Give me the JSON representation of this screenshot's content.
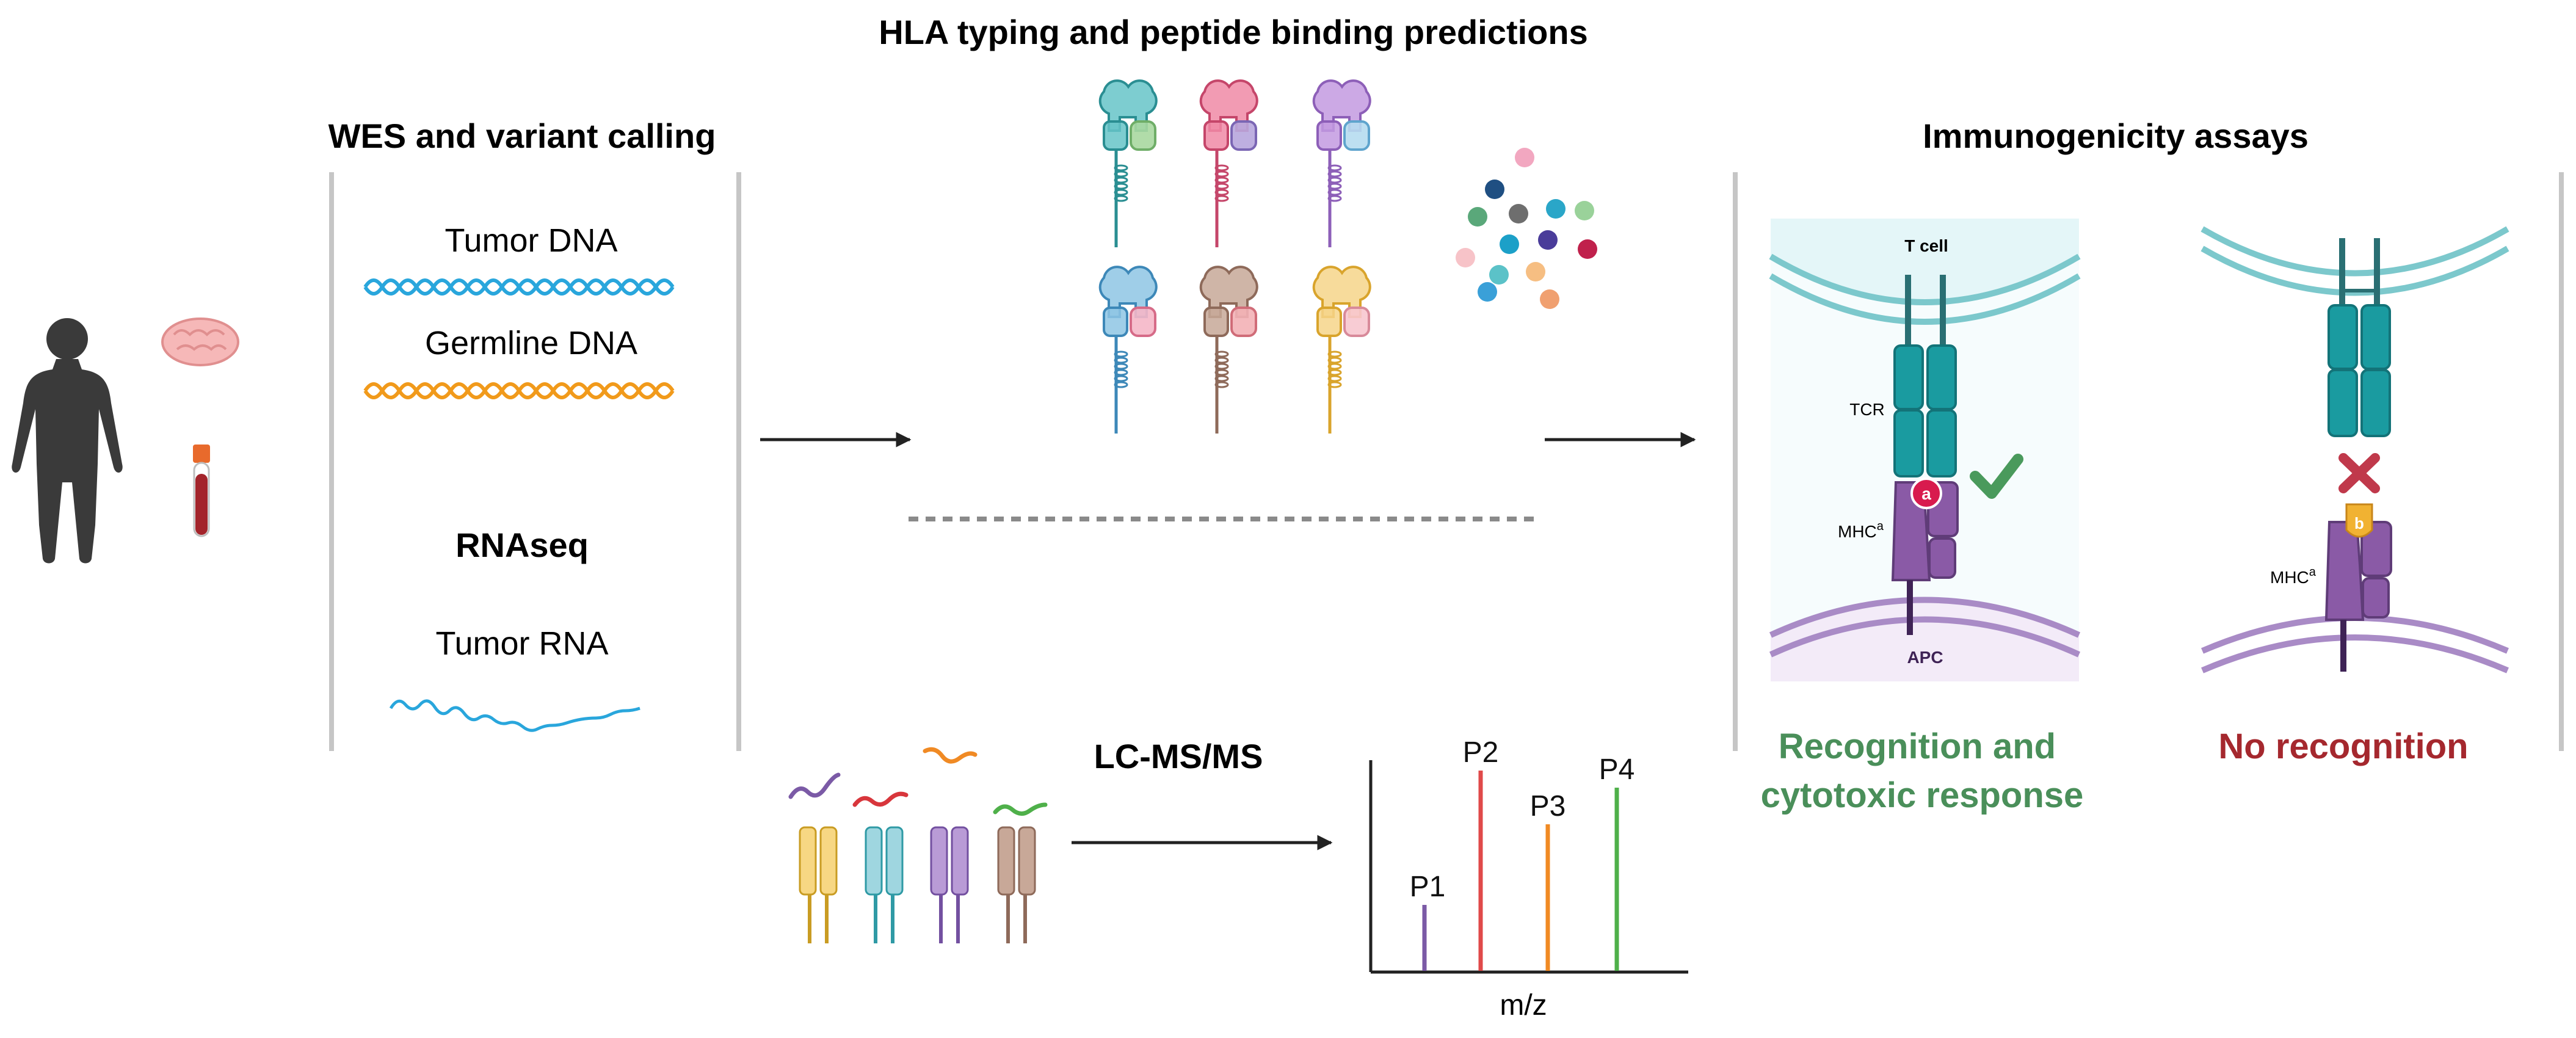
{
  "titles": {
    "hla": "HLA typing and peptide binding predictions",
    "wes": "WES and variant calling",
    "immuno": "Immunogenicity assays"
  },
  "samples": {
    "tumor_dna": "Tumor DNA",
    "germline_dna": "Germline DNA",
    "rnaseq": "RNAseq",
    "tumor_rna": "Tumor RNA"
  },
  "ms": {
    "method": "LC-MS/MS",
    "xlabel": "m/z",
    "peaks": [
      {
        "label": "P1",
        "height": 0.27,
        "color": "#7b5aa6"
      },
      {
        "label": "P2",
        "height": 0.82,
        "color": "#e04a4a"
      },
      {
        "label": "P3",
        "height": 0.6,
        "color": "#f08a24"
      },
      {
        "label": "P4",
        "height": 0.75,
        "color": "#4fb04a"
      }
    ]
  },
  "assay_left": {
    "cell_top": "T cell",
    "receptor": "TCR",
    "mhc": "MHC",
    "mhc_sup": "a",
    "peptide": "a",
    "cell_bottom": "APC",
    "result": "Recognition and",
    "result_line2": "cytotoxic response",
    "result_color": "#4a8f5a"
  },
  "assay_right": {
    "mhc": "MHC",
    "mhc_sup": "a",
    "peptide": "b",
    "result": "No recognition",
    "result_color": "#a5282e"
  },
  "icons": [
    "human-silhouette-icon",
    "brain-tumor-icon",
    "blood-tube-icon",
    "checkmark-icon",
    "cross-icon"
  ]
}
